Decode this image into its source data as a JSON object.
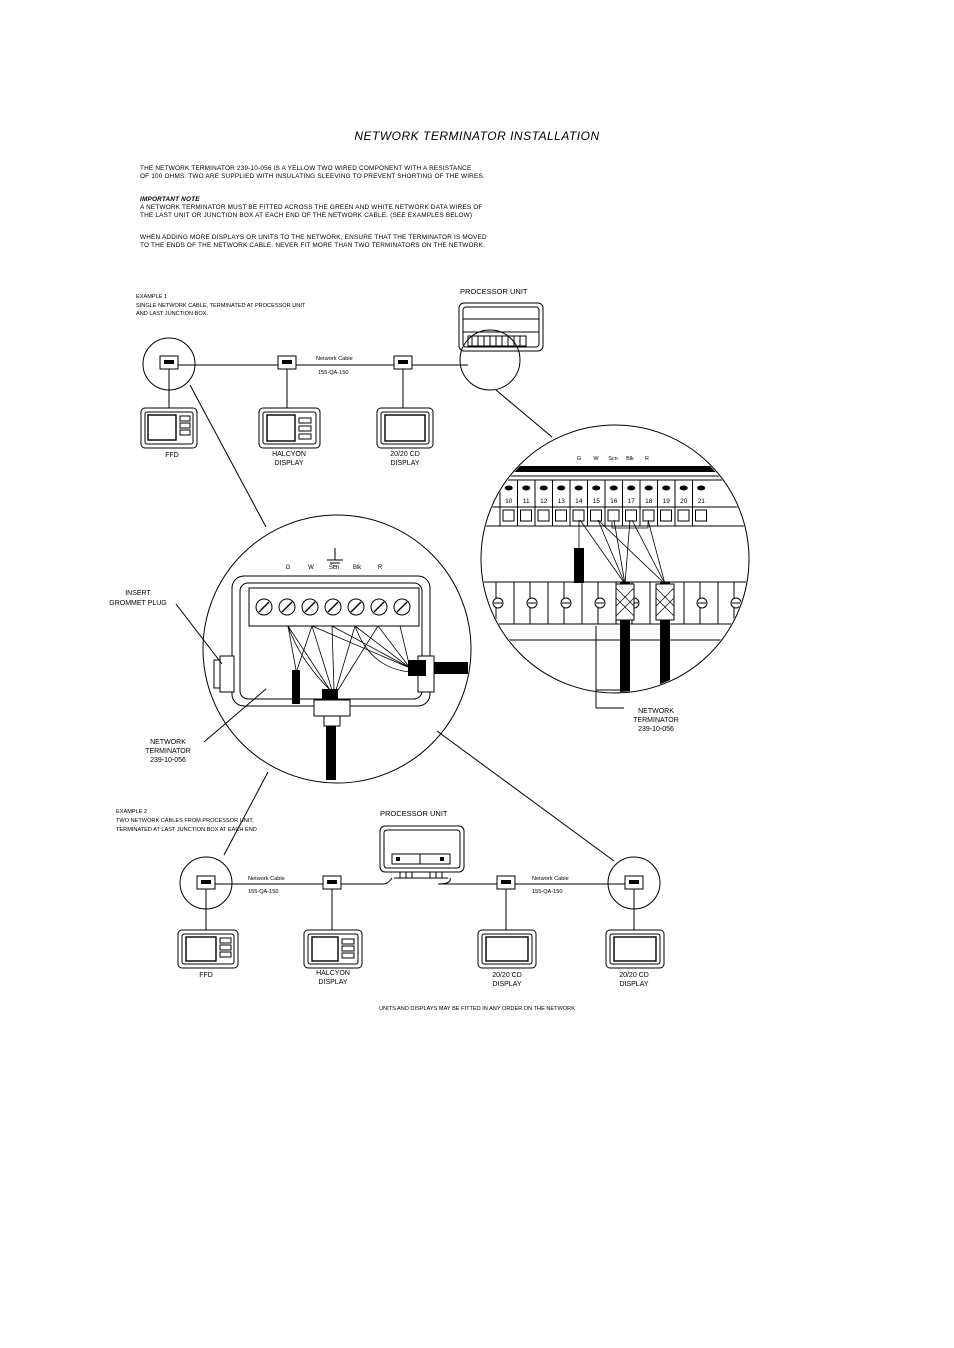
{
  "title": "NETWORK TERMINATOR INSTALLATION",
  "intro": {
    "line1": "THE NETWORK TERMINATOR 239-10-056 IS A YELLOW TWO WIRED COMPONENT WITH A RESISTANCE",
    "line2": "OF 100 OHMS. TWO ARE SUPPLIED WITH INSULATING SLEEVING TO PREVENT SHORTING OF THE WIRES.",
    "note_heading": "IMPORTANT NOTE",
    "note1": "A NETWORK TERMINATOR MUST BE FITTED ACROSS THE GREEN AND WHITE NETWORK DATA WIRES OF",
    "note2": "THE LAST UNIT OR JUNCTION BOX AT EACH END OF THE NETWORK CABLE. (SEE EXAMPLES BELOW)",
    "add1": "WHEN ADDING MORE DISPLAYS OR UNITS TO THE NETWORK, ENSURE THAT THE TERMINATOR IS MOVED",
    "add2": "TO THE ENDS OF THE NETWORK CABLE. NEVER FIT MORE THAN TWO TERMINATORS ON THE NETWORK."
  },
  "example1": {
    "heading": "EXAMPLE 1",
    "desc1": "SINGLE NETWORK CABLE, TERMINATED AT PROCESSOR UNIT",
    "desc2": "AND LAST JUNCTION BOX.",
    "processor": "PROCESSOR UNIT",
    "cable1": "Network Cable",
    "cable2": "155-QA-150",
    "ffd": "FFD",
    "halcyon1": "HALCYON",
    "halcyon2": "DISPLAY",
    "cd1": "20/20 CD",
    "cd2": "DISPLAY"
  },
  "terminal_strip": {
    "wires": [
      "G",
      "W",
      "Scn",
      "Blk",
      "R"
    ],
    "numbers": [
      "10",
      "11",
      "12",
      "13",
      "14",
      "15",
      "16",
      "17",
      "18",
      "19",
      "20",
      "21"
    ]
  },
  "junction_box": {
    "wires": [
      "G",
      "W",
      "Scn",
      "Blk",
      "R"
    ],
    "insert1": "INSERT",
    "insert2": "GROMMET PLUG",
    "term1": "NETWORK",
    "term2": "TERMINATOR",
    "term3": "239-10-056"
  },
  "right_terminator": {
    "l1": "NETWORK",
    "l2": "TERMINATOR",
    "l3": "239-10-056"
  },
  "example2": {
    "heading": "EXAMPLE 2",
    "desc1": "TWO NETWORK CABLES FROM PROCESSOR UNIT,",
    "desc2": "TERMINATED AT LAST JUNCTION BOX AT EACH END",
    "processor": "PROCESSOR UNIT",
    "cable_left1": "Network Cable",
    "cable_left2": "155-QA-150",
    "cable_right1": "Network Cable",
    "cable_right2": "155-QA-150",
    "ffd": "FFD",
    "halcyon1": "HALCYON",
    "halcyon2": "DISPLAY",
    "cd_a1": "20/20 CD",
    "cd_a2": "DISPLAY",
    "cd_b1": "20/20 CD",
    "cd_b2": "DISPLAY"
  },
  "footer": "UNITS AND DISPLAYS MAY BE FITTED IN ANY ORDER ON THE NETWORK"
}
